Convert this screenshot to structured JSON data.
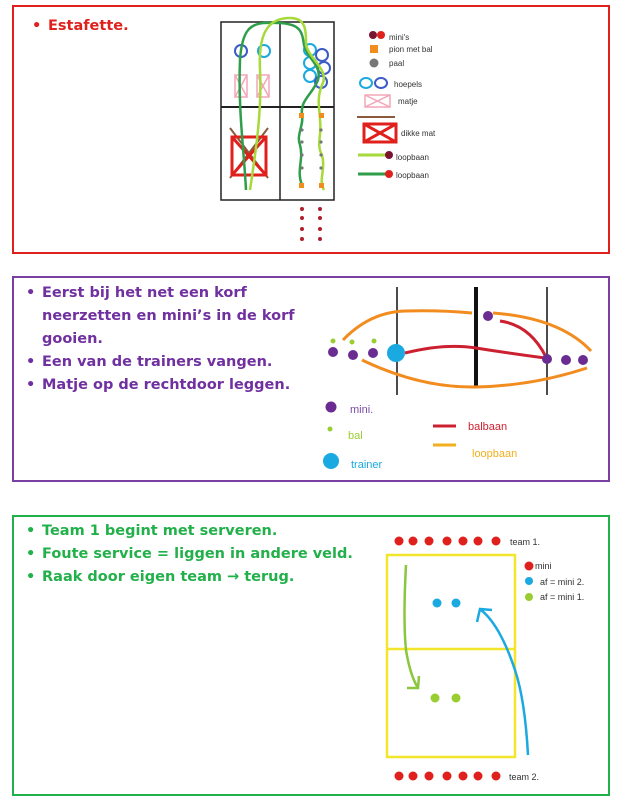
{
  "section1": {
    "items": [
      "Estafette."
    ],
    "legend": {
      "minis": "mini's",
      "pion": "pion met bal",
      "paal": "paal",
      "hoepels": "hoepels",
      "matje": "matje",
      "dikke_mat": "dikke mat",
      "loopbaan1": "loopbaan",
      "loopbaan2": "loopbaan"
    }
  },
  "section2": {
    "items": [
      "Eerst bij het net een korf neerzetten en mini’s in de korf gooien.",
      "Een van de trainers vangen.",
      "Matje op de rechtdoor leggen."
    ],
    "legend": {
      "mini": "mini.",
      "bal": "bal",
      "trainer": "trainer",
      "balbaan": "balbaan",
      "loopbaan": "loopbaan"
    }
  },
  "section3": {
    "items": [
      "Team 1 begint met serveren.",
      "Foute service = liggen in andere veld.",
      "Raak door eigen team → terug."
    ],
    "legend": {
      "team1": "team 1.",
      "team2": "team 2.",
      "mini": "mini",
      "af2": "af = mini 2.",
      "af1": "af = mini 1."
    }
  },
  "colors": {
    "red": "#e0201c",
    "purple": "#7030a0",
    "green": "#22b04a",
    "yellow": "#f2e52a",
    "cyan": "#1aa9e0",
    "lime": "#9acd32",
    "orange": "#f28c1e"
  }
}
